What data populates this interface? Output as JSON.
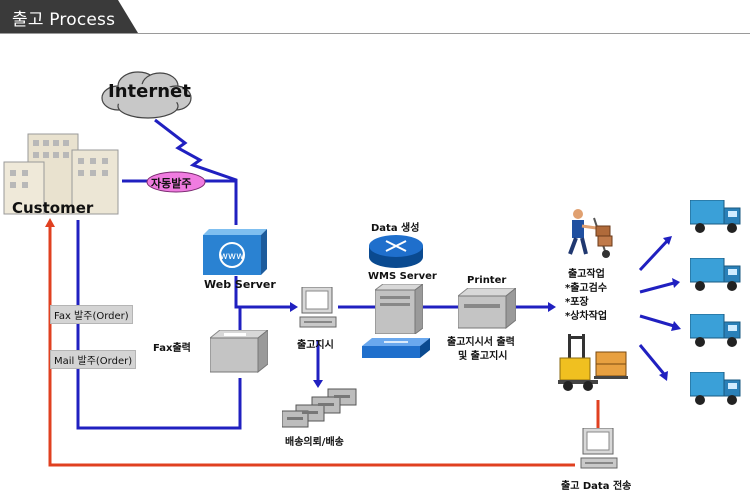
{
  "header": {
    "title": "출고 Process"
  },
  "nodes": {
    "internet": "Internet",
    "customer": "Customer",
    "auto_order": "자동발주",
    "web_server": "Web Server",
    "fax_order": "Fax 발주(Order)",
    "mail_order": "Mail 발주(Order)",
    "fax_output": "Fax출력",
    "release_order": "출고지시",
    "delivery": "배송의뢰/배송",
    "data_create": "Data 생성",
    "wms_server": "WMS Server",
    "printer": "Printer",
    "print_out_1": "출고지시서 출력",
    "print_out_2": "및 출고지시",
    "work_title": "출고작업",
    "work_items": [
      "*출고검수",
      "*포장",
      "*상차작업"
    ],
    "data_transfer": "출고 Data 전송"
  },
  "colors": {
    "blue_line": "#2020c0",
    "red_line": "#e04020",
    "header_bg": "#3a3a3a",
    "cloud": "#c8c8c8",
    "truck": "#3aa0d8",
    "router": "#1060b0",
    "forklift": "#f0c020"
  }
}
